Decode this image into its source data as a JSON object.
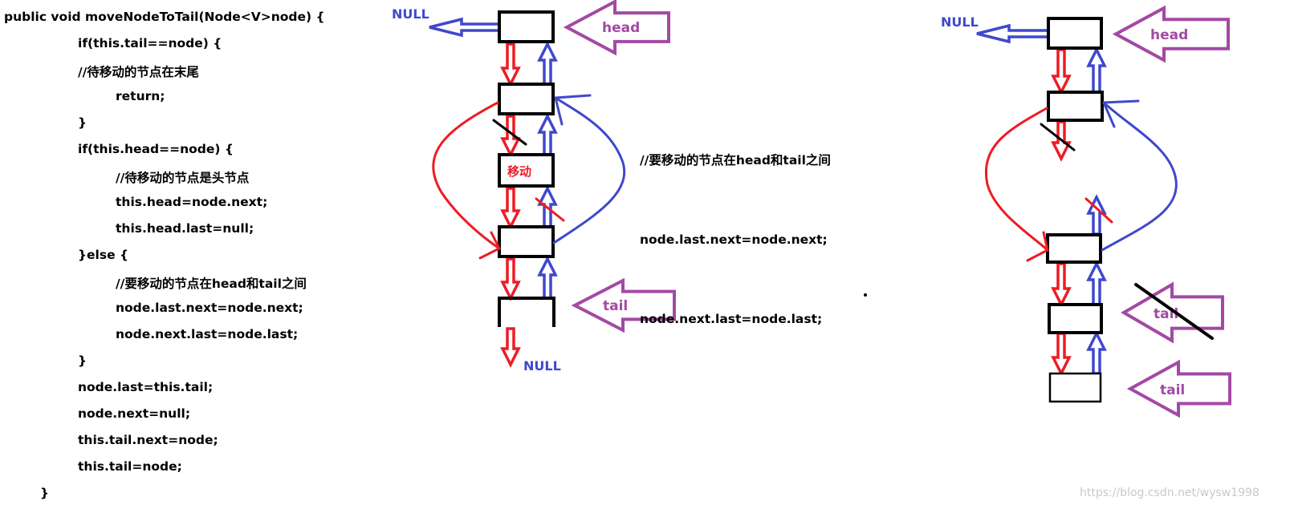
{
  "code": {
    "lines": [
      {
        "text": "public void moveNodeToTail(Node<V>node) {",
        "indent": 0
      },
      {
        "text": "if(this.tail==node) {",
        "indent": 2
      },
      {
        "text": "//待移动的节点在末尾",
        "indent": 2
      },
      {
        "text": "return;",
        "indent": 3
      },
      {
        "text": "}",
        "indent": 2
      },
      {
        "text": "if(this.head==node) {",
        "indent": 2
      },
      {
        "text": "//待移动的节点是头节点",
        "indent": 3
      },
      {
        "text": "this.head=node.next;",
        "indent": 3
      },
      {
        "text": "this.head.last=null;",
        "indent": 3
      },
      {
        "text": "}else {",
        "indent": 2
      },
      {
        "text": "//要移动的节点在head和tail之间",
        "indent": 3
      },
      {
        "text": "node.last.next=node.next;",
        "indent": 3
      },
      {
        "text": "node.next.last=node.last;",
        "indent": 3
      },
      {
        "text": "}",
        "indent": 2
      },
      {
        "text": "node.last=this.tail;",
        "indent": 2
      },
      {
        "text": "node.next=null;",
        "indent": 2
      },
      {
        "text": "this.tail.next=node;",
        "indent": 2
      },
      {
        "text": "this.tail=node;",
        "indent": 2
      },
      {
        "text": "}",
        "indent": 1
      }
    ]
  },
  "annotation": {
    "lines": [
      "//要移动的节点在head和tail之间",
      "node.last.next=node.next;",
      "node.next.last=node.last;"
    ]
  },
  "diagram1": {
    "null_top": "NULL",
    "null_bottom": "NULL",
    "head": "head",
    "tail": "tail",
    "moving_node": "移动"
  },
  "diagram2": {
    "null_top": "NULL",
    "head": "head",
    "old_tail": "tail",
    "new_tail": "tail"
  },
  "watermark": "https://blog.csdn.net/wysw1998",
  "colors": {
    "next": "#ed1c24",
    "prev": "#3f48cc",
    "pointer": "#a349a4",
    "strike": "#000000"
  }
}
